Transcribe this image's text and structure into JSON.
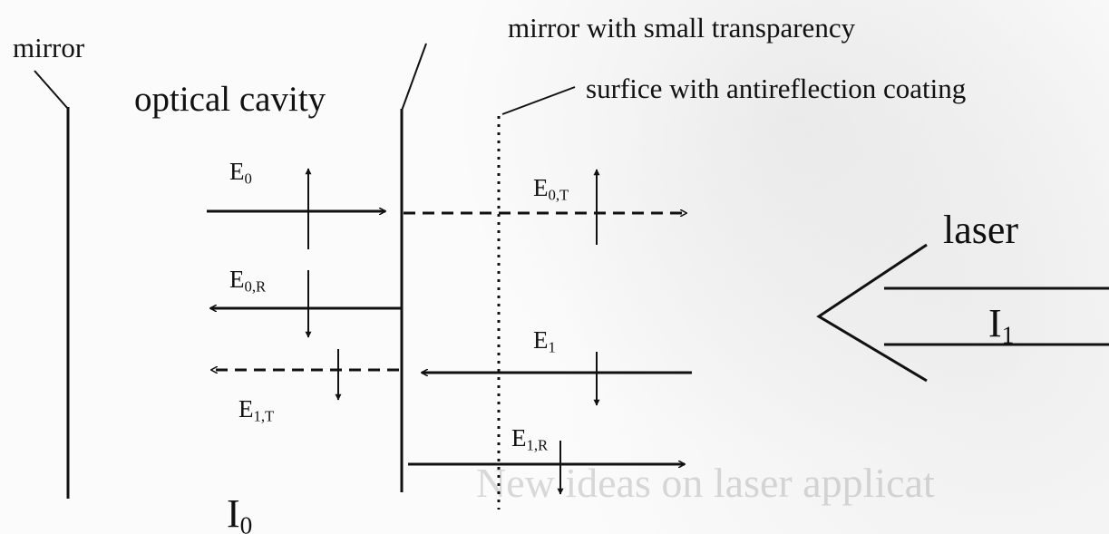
{
  "labels": {
    "mirror": "mirror",
    "optical_cavity": "optical cavity",
    "mirror_small_transparency": "mirror with small transparency",
    "antireflection_surface": "surfice with antireflection coating",
    "laser": "laser",
    "beam_I1": {
      "base": "I",
      "sub": "1"
    },
    "beam_I0": {
      "base": "I",
      "sub": "0"
    }
  },
  "fields": {
    "E0": {
      "base": "E",
      "sub": "0"
    },
    "E0T": {
      "base": "E",
      "sub": "0,T"
    },
    "E0R": {
      "base": "E",
      "sub": "0,R"
    },
    "E1": {
      "base": "E",
      "sub": "1"
    },
    "E1T": {
      "base": "E",
      "sub": "1,T"
    },
    "E1R": {
      "base": "E",
      "sub": "1,R"
    }
  },
  "background_text": {
    "heading": "New ideas on laser applicat"
  },
  "colors": {
    "ink": "#111111",
    "paper": "#fbfbfb"
  }
}
